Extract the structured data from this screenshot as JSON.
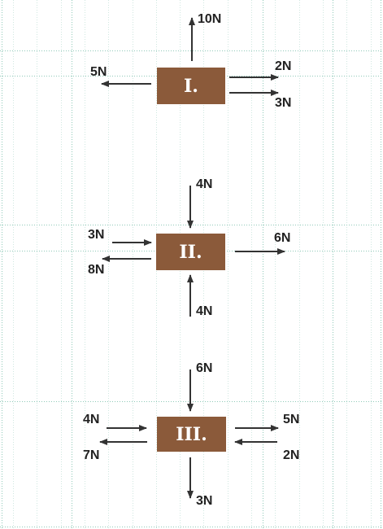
{
  "colors": {
    "block": "#8b5a3a",
    "arrow": "#333333",
    "grid": "#8fc9b8",
    "background": "#ffffff"
  },
  "blocks": [
    {
      "label": "I.",
      "forces": [
        {
          "label": "10N",
          "direction": "up"
        },
        {
          "label": "5N",
          "direction": "left"
        },
        {
          "label": "2N",
          "direction": "right"
        },
        {
          "label": "3N",
          "direction": "right"
        }
      ]
    },
    {
      "label": "II.",
      "forces": [
        {
          "label": "4N",
          "direction": "down"
        },
        {
          "label": "3N",
          "direction": "right"
        },
        {
          "label": "8N",
          "direction": "left"
        },
        {
          "label": "6N",
          "direction": "right"
        },
        {
          "label": "4N",
          "direction": "up"
        }
      ]
    },
    {
      "label": "III.",
      "forces": [
        {
          "label": "6N",
          "direction": "down"
        },
        {
          "label": "4N",
          "direction": "right"
        },
        {
          "label": "7N",
          "direction": "left"
        },
        {
          "label": "5N",
          "direction": "right"
        },
        {
          "label": "2N",
          "direction": "left"
        },
        {
          "label": "3N",
          "direction": "down"
        }
      ]
    }
  ]
}
